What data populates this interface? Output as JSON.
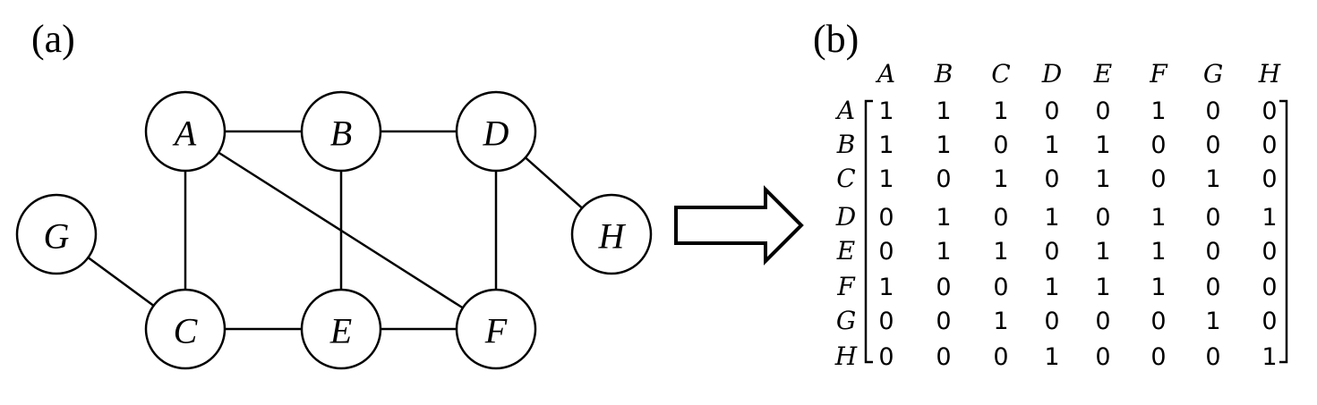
{
  "panel_a_label": "(a)",
  "panel_b_label": "(b)",
  "graph": {
    "nodes": [
      "A",
      "B",
      "D",
      "G",
      "H",
      "C",
      "E",
      "F"
    ],
    "edges": [
      [
        "A",
        "B"
      ],
      [
        "B",
        "D"
      ],
      [
        "D",
        "H"
      ],
      [
        "A",
        "C"
      ],
      [
        "A",
        "F"
      ],
      [
        "B",
        "E"
      ],
      [
        "D",
        "F"
      ],
      [
        "G",
        "C"
      ],
      [
        "C",
        "E"
      ],
      [
        "E",
        "F"
      ]
    ]
  },
  "matrix": {
    "labels": [
      "A",
      "B",
      "C",
      "D",
      "E",
      "F",
      "G",
      "H"
    ],
    "rows": [
      [
        "1",
        "1",
        "1",
        "0",
        "0",
        "1",
        "0",
        "0"
      ],
      [
        "1",
        "1",
        "0",
        "1",
        "1",
        "0",
        "0",
        "0"
      ],
      [
        "1",
        "0",
        "1",
        "0",
        "1",
        "0",
        "1",
        "0"
      ],
      [
        "0",
        "1",
        "0",
        "1",
        "0",
        "1",
        "0",
        "1"
      ],
      [
        "0",
        "1",
        "1",
        "0",
        "1",
        "1",
        "0",
        "0"
      ],
      [
        "1",
        "0",
        "0",
        "1",
        "1",
        "1",
        "0",
        "0"
      ],
      [
        "0",
        "0",
        "1",
        "0",
        "0",
        "0",
        "1",
        "0"
      ],
      [
        "0",
        "0",
        "0",
        "1",
        "0",
        "0",
        "0",
        "1"
      ]
    ]
  }
}
